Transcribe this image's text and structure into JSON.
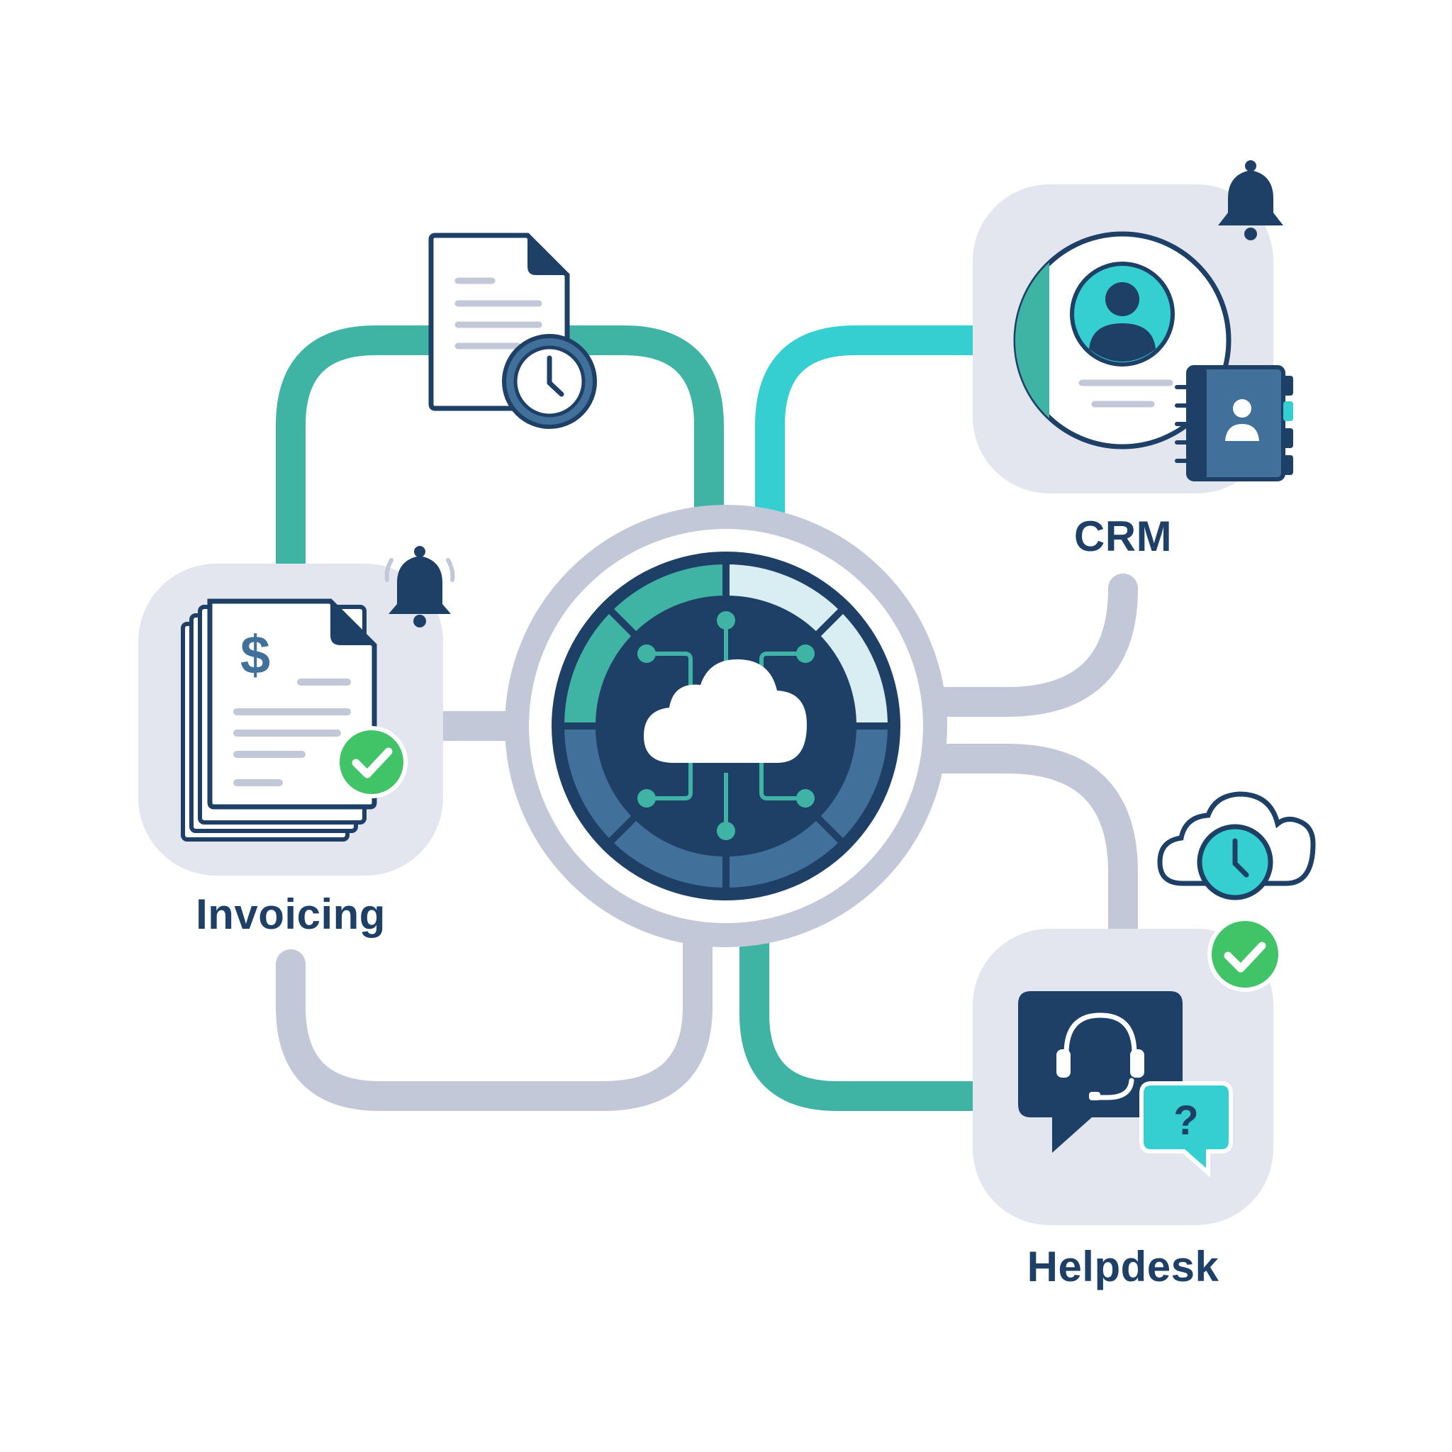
{
  "colors": {
    "navy": "#1e3f66",
    "mid_blue": "#41709a",
    "teal": "#3fb3a4",
    "cyan": "#35cfd2",
    "gray_track": "#c3c8d8",
    "tile_bg": "#e4e6ef",
    "green_check": "#41c367",
    "white": "#ffffff"
  },
  "hub": {
    "icon": "cloud-icon",
    "circuit_icon": "circuit-nodes-icon"
  },
  "nodes": [
    {
      "id": "invoicing",
      "label": "Invoicing",
      "icon": "invoice-document-icon",
      "badge": "check-icon",
      "alert": "bell-icon"
    },
    {
      "id": "crm",
      "label": "CRM",
      "icon": "user-avatar-icon",
      "secondary_icon": "contact-book-icon",
      "alert": "bell-icon"
    },
    {
      "id": "helpdesk",
      "label": "Helpdesk",
      "icon": "headset-chat-icon",
      "secondary_icon": "question-bubble-icon",
      "badge": "check-icon"
    }
  ],
  "floating_icons": [
    {
      "name": "scheduled-document-icon",
      "parts": [
        "document-icon",
        "clock-icon"
      ]
    },
    {
      "name": "cloud-clock-icon",
      "parts": [
        "cloud-icon",
        "clock-icon"
      ]
    }
  ],
  "dollar_symbol": "$",
  "question_symbol": "?"
}
